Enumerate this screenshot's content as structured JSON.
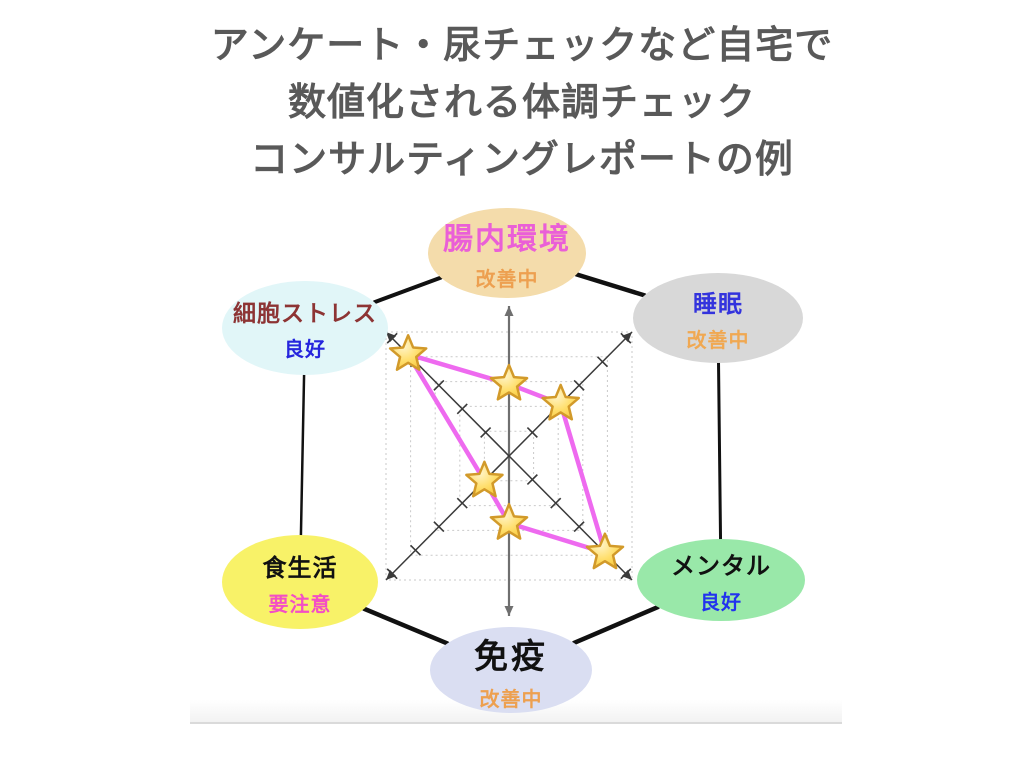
{
  "title": {
    "lines": [
      "アンケート・尿チェックなど自宅で",
      "数値化される体調チェック",
      "コンサルティングレポートの例"
    ],
    "color": "#595959"
  },
  "nodes": [
    {
      "label": "腸内環境",
      "status": "改善中",
      "bg": "#f4dcab",
      "label_color": "#ea5fd7",
      "status_color": "#eda050"
    },
    {
      "label": "睡眠",
      "status": "改善中",
      "bg": "#d8d8d8",
      "label_color": "#3333dd",
      "status_color": "#f0a852"
    },
    {
      "label": "メンタル",
      "status": "良好",
      "bg": "#99e8a9",
      "label_color": "#111111",
      "status_color": "#2233ee"
    },
    {
      "label": "免疫",
      "status": "改善中",
      "bg": "#dadef2",
      "label_color": "#111111",
      "status_color": "#eda050"
    },
    {
      "label": "食生活",
      "status": "要注意",
      "bg": "#f8f268",
      "label_color": "#111111",
      "status_color": "#f34fc5"
    },
    {
      "label": "細胞ストレス",
      "status": "良好",
      "bg": "#e1f6f8",
      "label_color": "#8d3434",
      "status_color": "#2525dd"
    }
  ],
  "chart_data": {
    "type": "radar",
    "categories": [
      "腸内環境",
      "睡眠",
      "メンタル",
      "免疫",
      "食生活",
      "細胞ストレス"
    ],
    "values": [
      2.4,
      2.1,
      3.9,
      2.1,
      1.0,
      4.1
    ],
    "max": 5,
    "statuses": [
      "改善中",
      "改善中",
      "良好",
      "改善中",
      "要注意",
      "良好"
    ],
    "grid_levels": 5,
    "grid_shape": "concentric-squares",
    "legend": "none",
    "marker": "gold-star",
    "line_color": "#ee6aef",
    "axis_color": "#3a3a3a",
    "vertical_axis_color": "#6f6f6f",
    "grid_color": "#c9c9c9",
    "connector_color": "#111111",
    "star_fill_inner": "#fff4c9",
    "star_fill_mid": "#ffdf6e",
    "star_fill_outer": "#f8c93e",
    "star_stroke": "#d29a2a"
  }
}
